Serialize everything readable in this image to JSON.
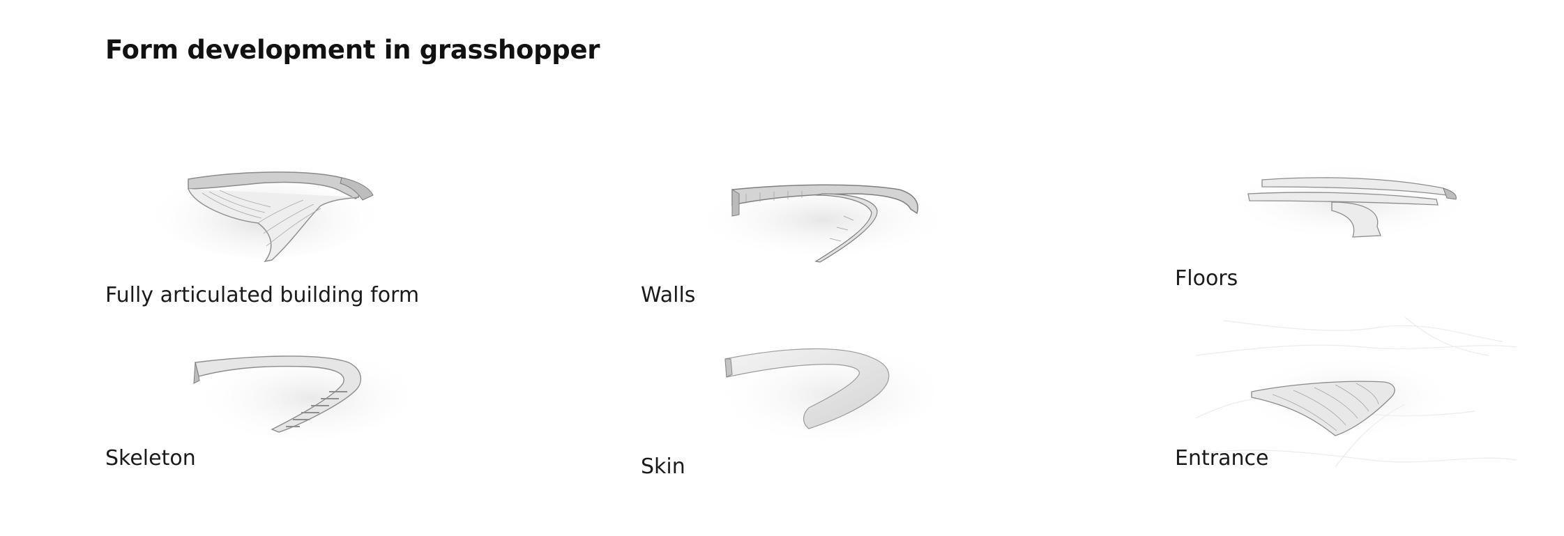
{
  "title": "Form development in grasshopper",
  "panels": [
    {
      "id": "full",
      "label": "Fully articulated building form"
    },
    {
      "id": "walls",
      "label": "Walls"
    },
    {
      "id": "floors",
      "label": "Floors"
    },
    {
      "id": "skeleton",
      "label": "Skeleton"
    },
    {
      "id": "skin",
      "label": "Skin"
    },
    {
      "id": "entrance",
      "label": "Entrance"
    }
  ],
  "colors": {
    "background": "#ffffff",
    "text": "#111111",
    "model": "#e9e9e9",
    "model_shadow": "#9a9a9a"
  }
}
